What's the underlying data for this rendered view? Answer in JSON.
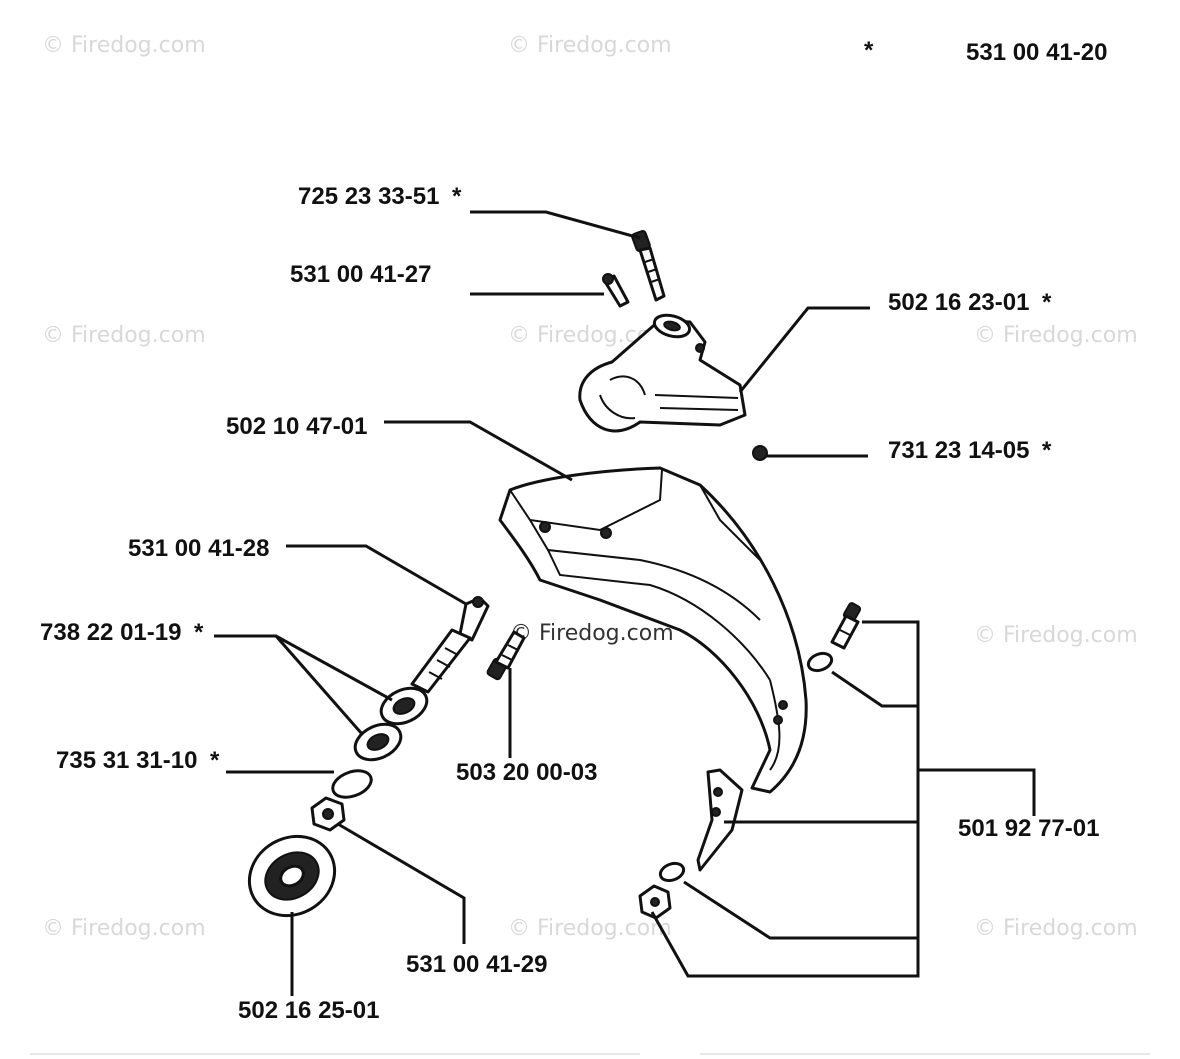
{
  "header": {
    "asterisk": "*",
    "assembly_number": "531 00 41-20"
  },
  "watermarks": {
    "text": "© Firedog.com"
  },
  "parts": {
    "p1": {
      "number": "725 23 33-51",
      "mark": "*"
    },
    "p2": {
      "number": "531 00 41-27",
      "mark": ""
    },
    "p3": {
      "number": "502 16 23-01",
      "mark": "*"
    },
    "p4": {
      "number": "502 10 47-01",
      "mark": ""
    },
    "p5": {
      "number": "731 23 14-05",
      "mark": "*"
    },
    "p6": {
      "number": "531 00 41-28",
      "mark": ""
    },
    "p7": {
      "number": "738 22 01-19",
      "mark": "*"
    },
    "p8": {
      "number": "735 31 31-10",
      "mark": "*"
    },
    "p9": {
      "number": "503 20 00-03",
      "mark": ""
    },
    "p10": {
      "number": "501 92 77-01",
      "mark": ""
    },
    "p11": {
      "number": "531 00 41-29",
      "mark": ""
    },
    "p12": {
      "number": "502 16 25-01",
      "mark": ""
    }
  }
}
